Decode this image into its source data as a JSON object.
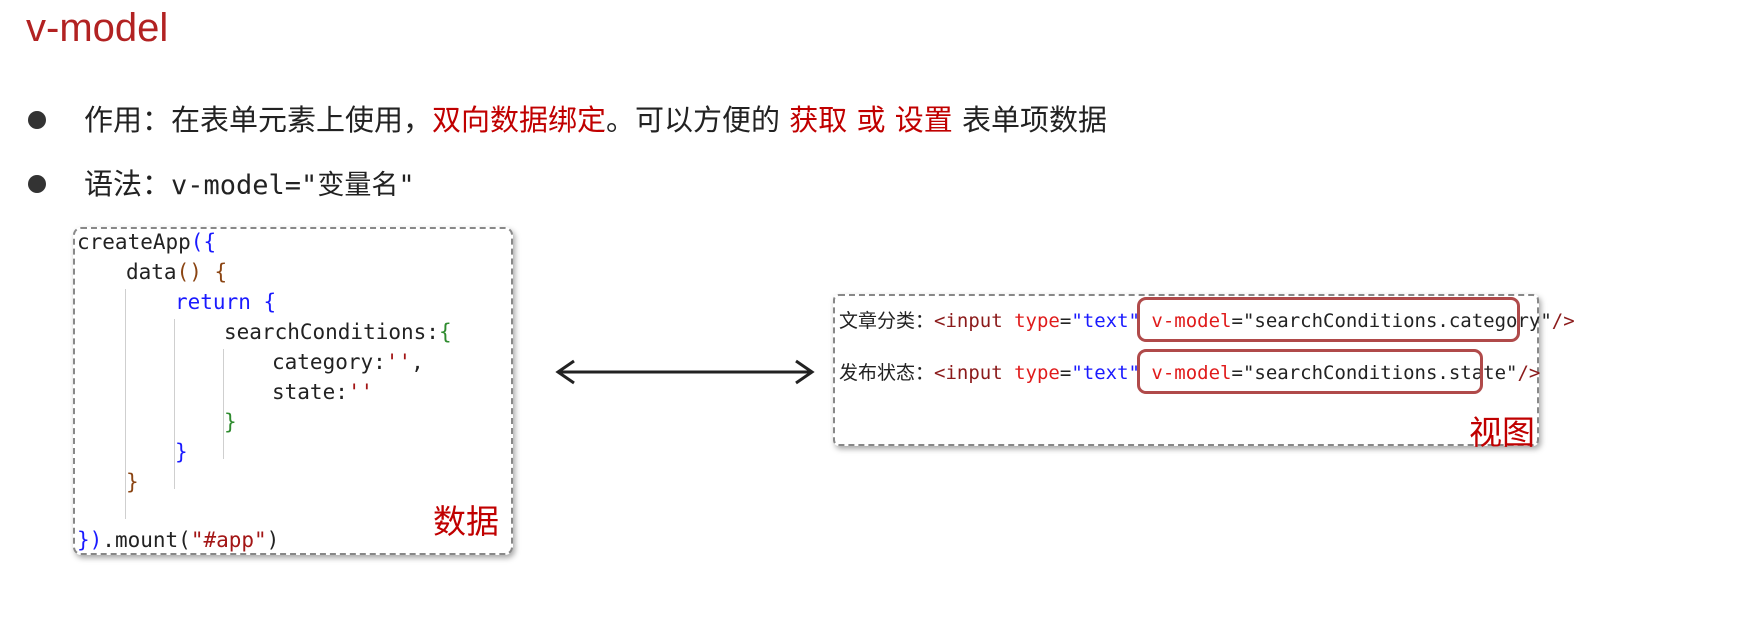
{
  "title": "v-model",
  "bullets": [
    {
      "prefix": "作用：在表单元素上使用，",
      "highlight1": "双向数据绑定",
      "middle": "。可以方便的 ",
      "highlight2": "获取",
      "sep1": "  ",
      "highlight3": "或",
      "sep2": "  ",
      "highlight4": "设置",
      "suffix": "  表单项数据"
    },
    {
      "prefix": "语法：",
      "code": "v-model=\"变量名\""
    }
  ],
  "code_box": {
    "lines": [
      {
        "parts": [
          "createApp",
          "({"
        ]
      },
      {
        "parts": [
          "data",
          "() {"
        ]
      },
      {
        "parts": [
          "return",
          " {"
        ]
      },
      {
        "parts": [
          "searchConditions:",
          "{"
        ]
      },
      {
        "parts": [
          "category:",
          "''",
          ","
        ]
      },
      {
        "parts": [
          "state:",
          "''"
        ]
      },
      {
        "parts": [
          "}"
        ]
      },
      {
        "parts": [
          "}"
        ]
      },
      {
        "parts": [
          "}"
        ]
      },
      {
        "parts": [
          "})",
          ".mount(",
          "\"#app\"",
          ")"
        ]
      }
    ],
    "label": "数据"
  },
  "view_box": {
    "line1": {
      "label": "文章分类：",
      "tag_open": "<input ",
      "attr_type": "type",
      "eq1": "=",
      "val_type": "\"text\"",
      "attr_model": "v-model",
      "eq2": "=",
      "val_model": "\"searchConditions.category\"",
      "tag_close": "/>"
    },
    "line2": {
      "label": "发布状态：",
      "tag_open": "<input ",
      "attr_type": "type",
      "eq1": "=",
      "val_type": "\"text\"",
      "attr_model": "v-model",
      "eq2": "=",
      "val_model": "\"searchConditions.state\"",
      "tag_close": "/>"
    },
    "label": "视图"
  },
  "colors": {
    "accent_red": "#c00000",
    "title_red": "#b22222",
    "highlight_border": "#b04a4a"
  },
  "icons": [
    "double-arrow-icon",
    "bullet-dot-icon"
  ]
}
